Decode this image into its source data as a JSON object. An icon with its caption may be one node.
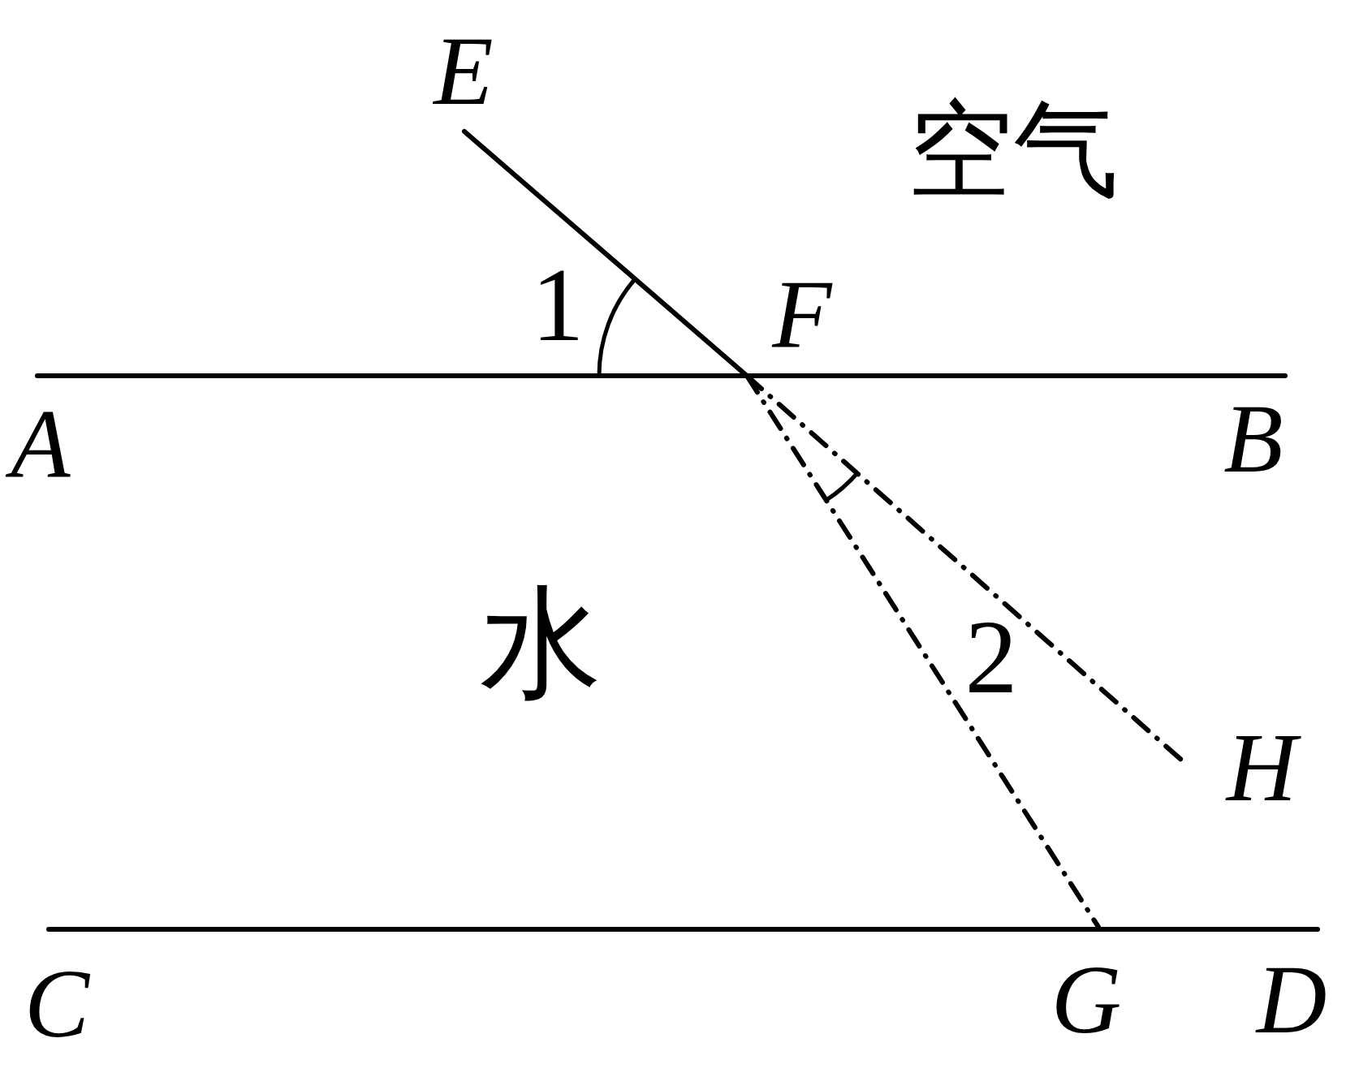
{
  "diagram": {
    "nodes": [
      {
        "text": [
          "A"
        ]
      },
      {
        "text": [
          "B"
        ]
      },
      {
        "text": [
          "C"
        ]
      },
      {
        "text": [
          "D"
        ]
      },
      {
        "text": [
          "E"
        ]
      },
      {
        "text": [
          "F"
        ]
      },
      {
        "text": [
          "G"
        ]
      },
      {
        "text": [
          "H"
        ]
      }
    ],
    "edges": [
      {
        "from": 0,
        "to": 1,
        "arrow": "none"
      },
      {
        "from": 2,
        "to": 3,
        "arrow": "none"
      },
      {
        "from": 4,
        "to": 5,
        "arrow": "none"
      },
      {
        "from": 5,
        "to": 7,
        "arrow": "none",
        "style": "dashed"
      },
      {
        "from": 5,
        "to": 6,
        "arrow": "none",
        "style": "dashed"
      }
    ],
    "labels": [
      "空气",
      "1",
      "水",
      "2"
    ]
  }
}
